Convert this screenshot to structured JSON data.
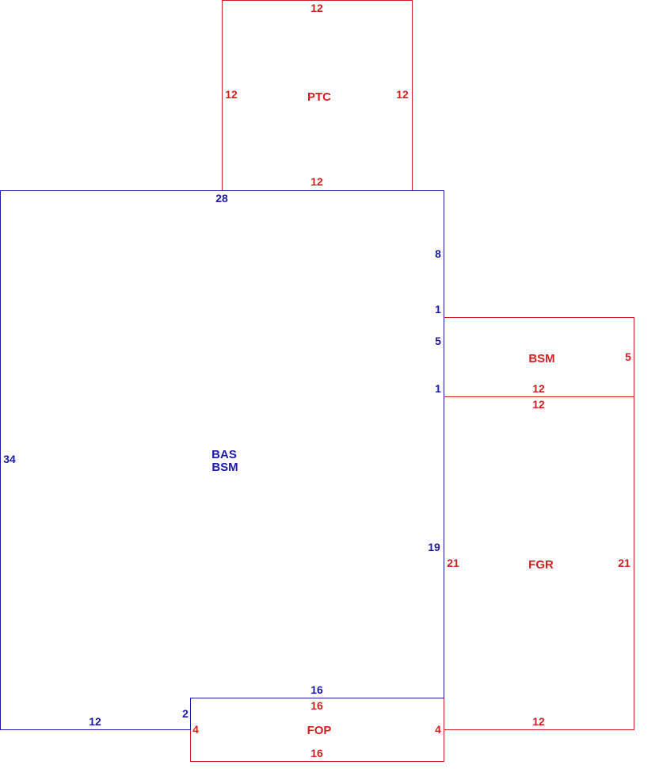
{
  "colors": {
    "primary_structure": "#1a1aa6",
    "secondary_structure": "#d41f1f",
    "background": "#ffffff"
  },
  "areas": {
    "bas": {
      "code": "BAS",
      "code2": "BSM"
    },
    "ptc": {
      "code": "PTC"
    },
    "bsm": {
      "code": "BSM"
    },
    "fgr": {
      "code": "FGR"
    },
    "fop": {
      "code": "FOP"
    }
  },
  "dimensions": {
    "ptc_top": "12",
    "ptc_left": "12",
    "ptc_right": "12",
    "ptc_bottom": "12",
    "bas_top": "28",
    "bas_right_upper": "8",
    "bas_right_step1": "1",
    "bas_right_bsm": "5",
    "bas_right_step2": "1",
    "bas_left": "34",
    "bas_right_lower": "19",
    "bas_bottom_left": "12",
    "bas_step_left": "2",
    "bas_bottom_fop": "16",
    "bsm_right": "5",
    "bsm_bottom": "12",
    "fgr_top": "12",
    "fgr_left": "21",
    "fgr_right": "21",
    "fgr_bottom": "12",
    "fop_top": "16",
    "fop_left": "4",
    "fop_right": "4",
    "fop_bottom": "16"
  }
}
